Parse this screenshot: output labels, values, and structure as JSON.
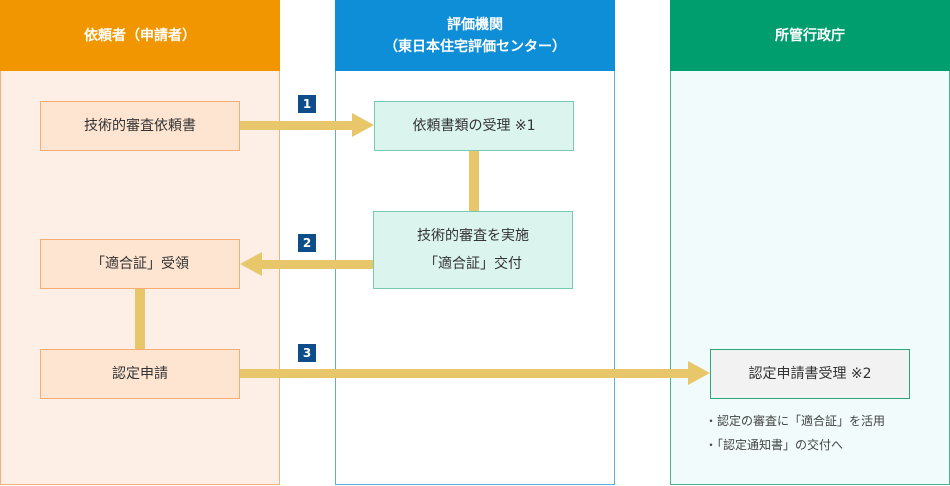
{
  "columns": {
    "requester": {
      "title": "依頼者（申請者）"
    },
    "evaluator": {
      "title_line1": "評価機関",
      "title_line2": "（東日本住宅評価センター）"
    },
    "authority": {
      "title": "所管行政庁"
    }
  },
  "boxes": {
    "tech_review_request": "技術的審査依頼書",
    "certificate_receipt": "「適合証」受領",
    "certification_application": "認定申請",
    "document_acceptance": "依頼書類の受理 ※1",
    "review_line1": "技術的審査を実施",
    "review_line2": "「適合証」交付",
    "application_acceptance": "認定申請書受理 ※2"
  },
  "steps": {
    "s1": "1",
    "s2": "2",
    "s3": "3"
  },
  "notes": [
    "・認定の審査に「適合証」を活用",
    "・「認定通知書」の交付へ"
  ],
  "colors": {
    "requester_header": "#f29600",
    "evaluator_header": "#0f8ed8",
    "authority_header": "#009e6f",
    "arrow": "#e8c76a",
    "step_badge": "#0e4d8a"
  }
}
